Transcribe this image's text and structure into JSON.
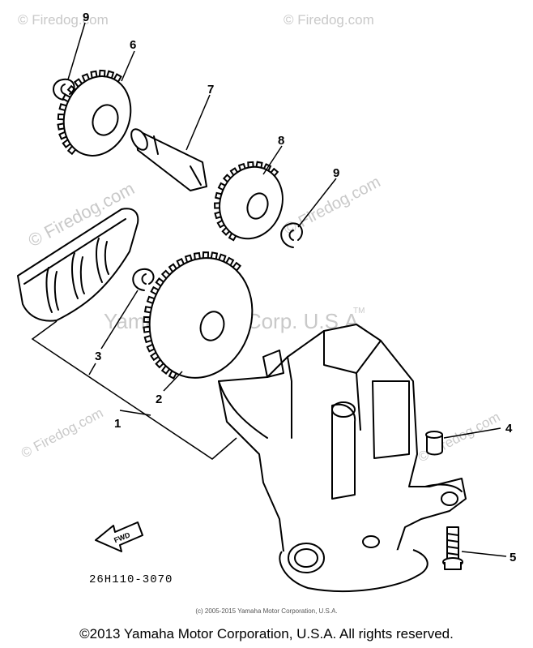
{
  "watermarks": {
    "site": "© Firedog.com",
    "trademark": "Yamaha Motor Corp. U.S.A.",
    "tm": "TM"
  },
  "callouts": {
    "c9a": "9",
    "c6": "6",
    "c7": "7",
    "c8": "8",
    "c9b": "9",
    "c3": "3",
    "c2": "2",
    "c1": "1",
    "c4": "4",
    "c5": "5"
  },
  "fwd_arrow": "FWD",
  "part_code": "26H110-3070",
  "fine_print": "(c) 2005-2015 Yamaha Motor Corporation, U.S.A.",
  "footer": "©2013 Yamaha Motor Corporation, U.S.A. All rights reserved."
}
